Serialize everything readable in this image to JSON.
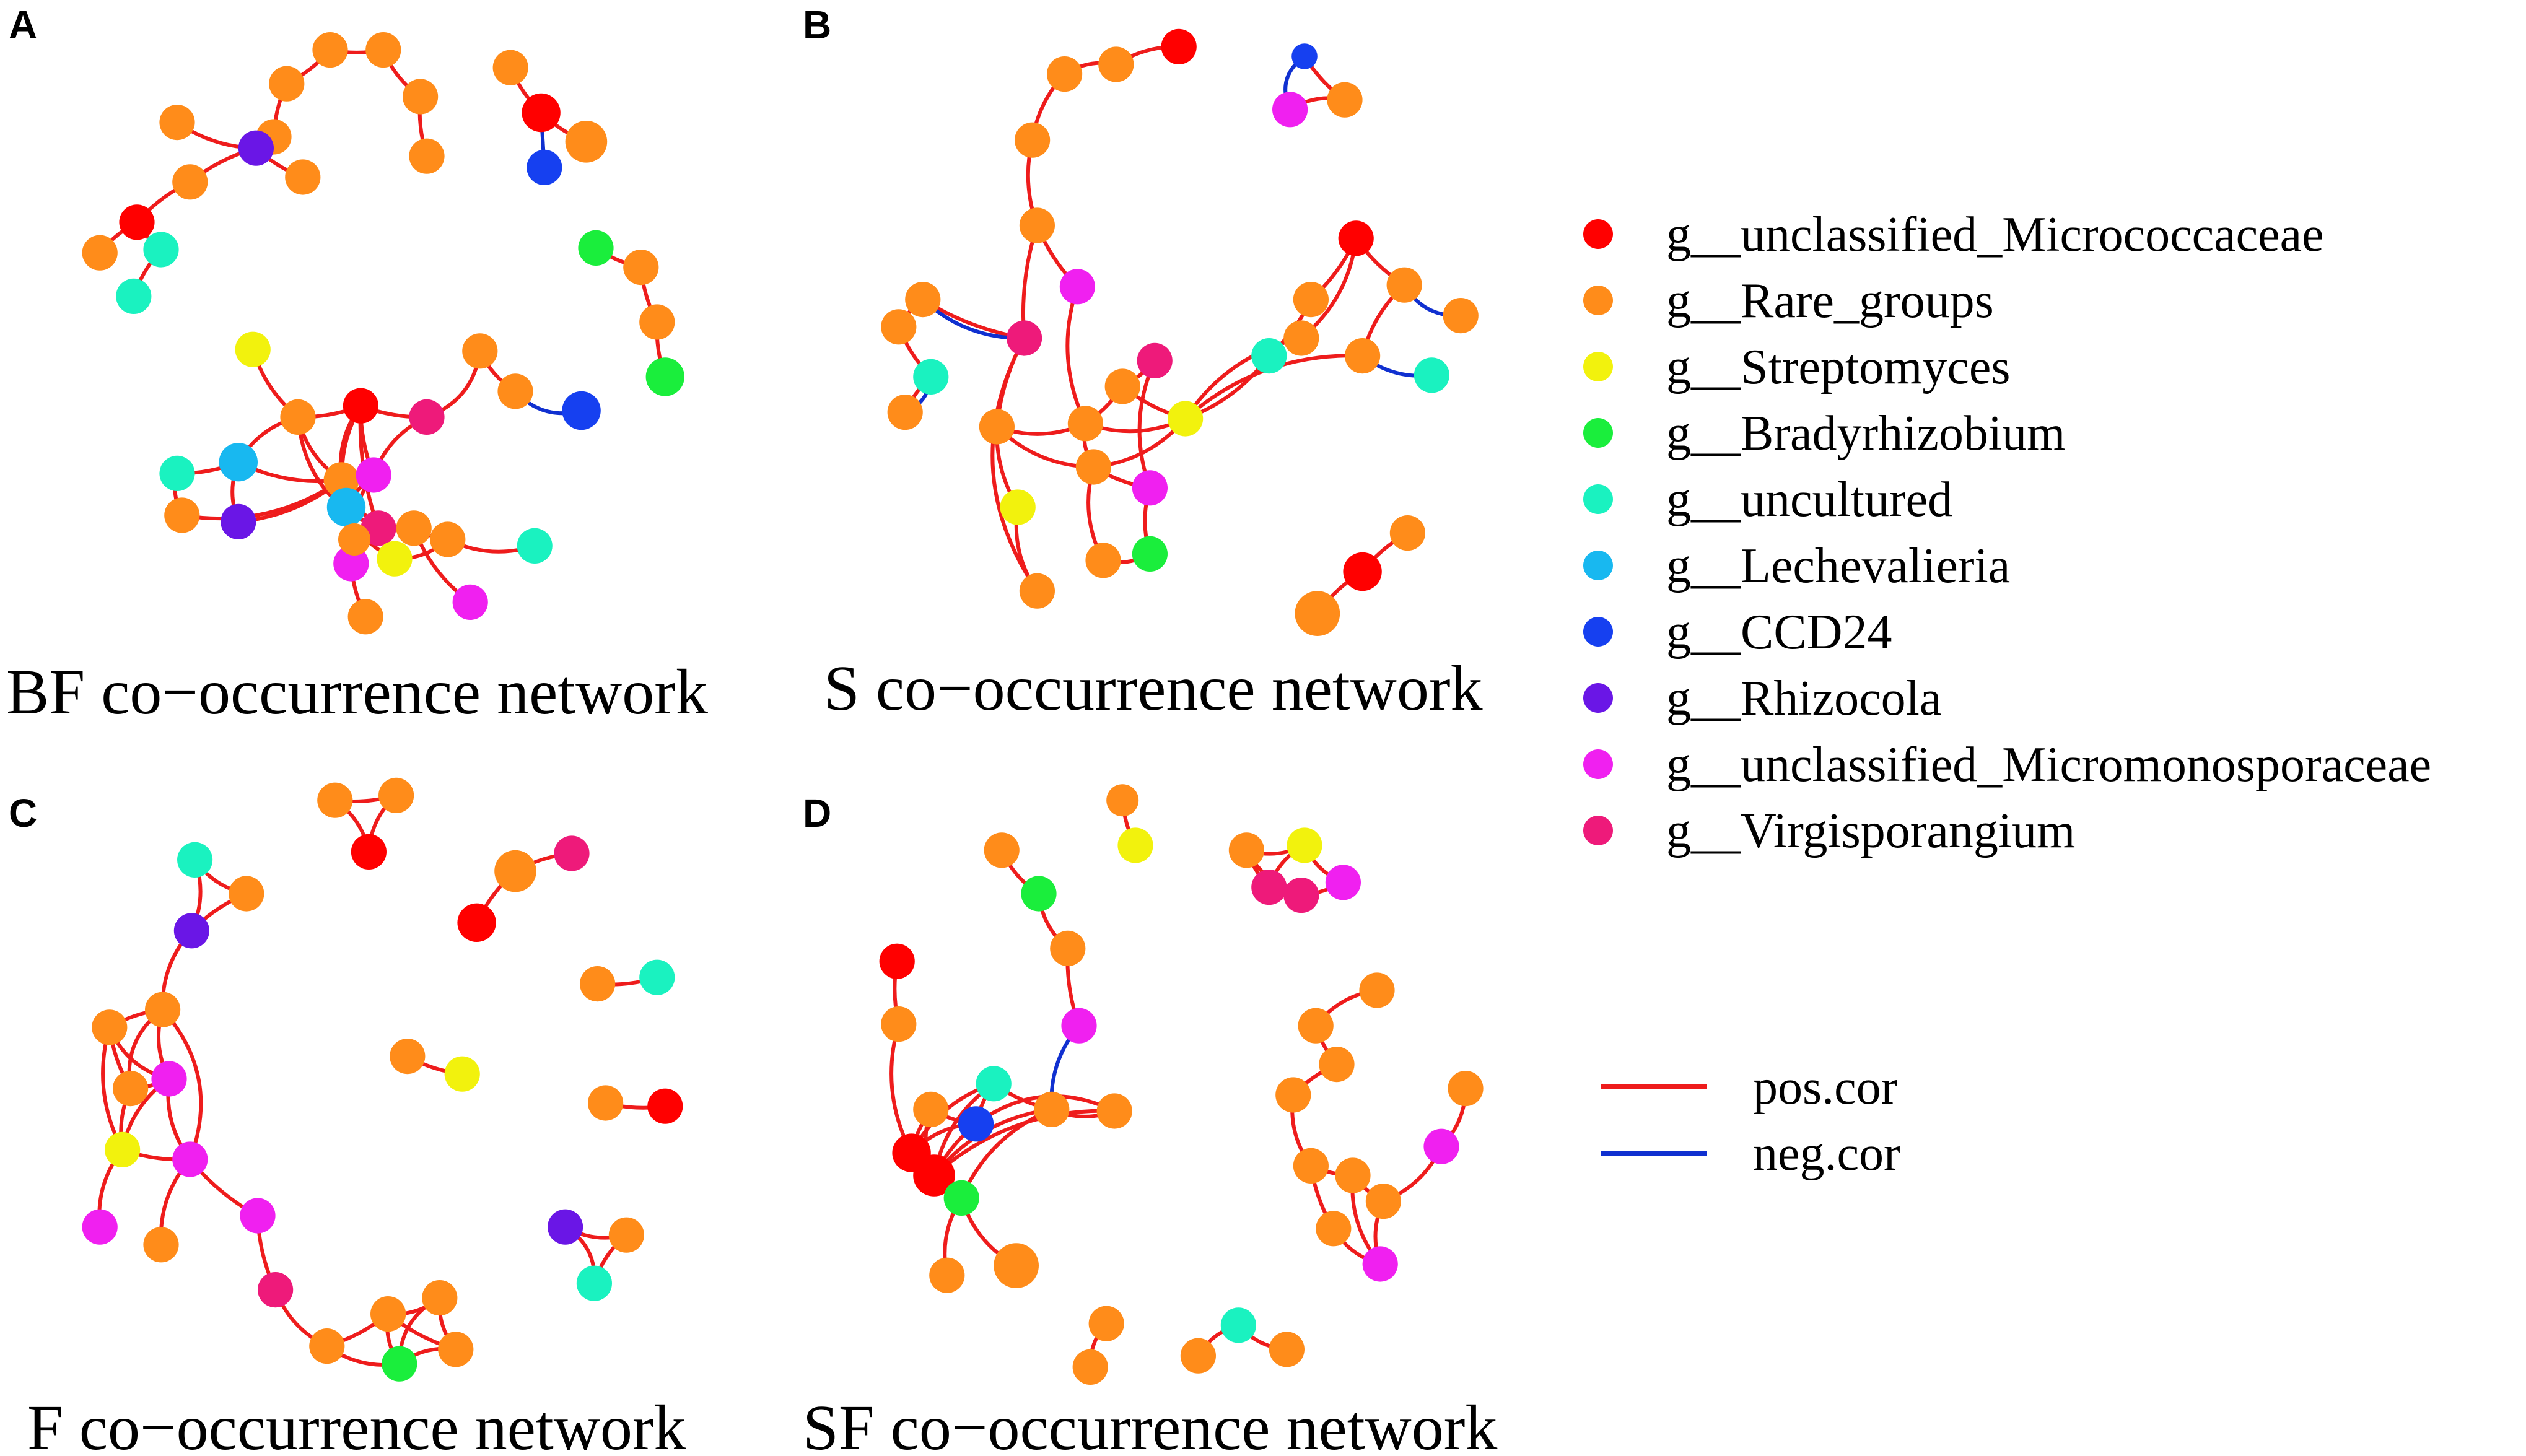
{
  "panels": [
    {
      "letter": "A",
      "title": "BF co−occurrence network"
    },
    {
      "letter": "B",
      "title": "S co−occurrence network"
    },
    {
      "letter": "C",
      "title": "F co−occurrence network"
    },
    {
      "letter": "D",
      "title": "SF co−occurrence network"
    }
  ],
  "legend": {
    "taxa": [
      {
        "label": "g__unclassified_Micrococcaceae",
        "color": "#ff0000"
      },
      {
        "label": "g__Rare_groups",
        "color": "#ff8c1a"
      },
      {
        "label": "g__Streptomyces",
        "color": "#f2f20d"
      },
      {
        "label": "g__Bradyrhizobium",
        "color": "#1aee3c"
      },
      {
        "label": "g__uncultured",
        "color": "#1af2c0"
      },
      {
        "label": "g__Lechevalieria",
        "color": "#18b8f0"
      },
      {
        "label": "g__CCD24",
        "color": "#1640f0"
      },
      {
        "label": "g__Rhizocola",
        "color": "#6a16e6"
      },
      {
        "label": "g__unclassified_Micromonosporaceae",
        "color": "#f020f0"
      },
      {
        "label": "g__Virgisporangium",
        "color": "#ee1a7a"
      }
    ],
    "edges": [
      {
        "label": "pos.cor",
        "color": "#ee1c1c"
      },
      {
        "label": "neg.cor",
        "color": "#1030d0"
      }
    ]
  }
}
